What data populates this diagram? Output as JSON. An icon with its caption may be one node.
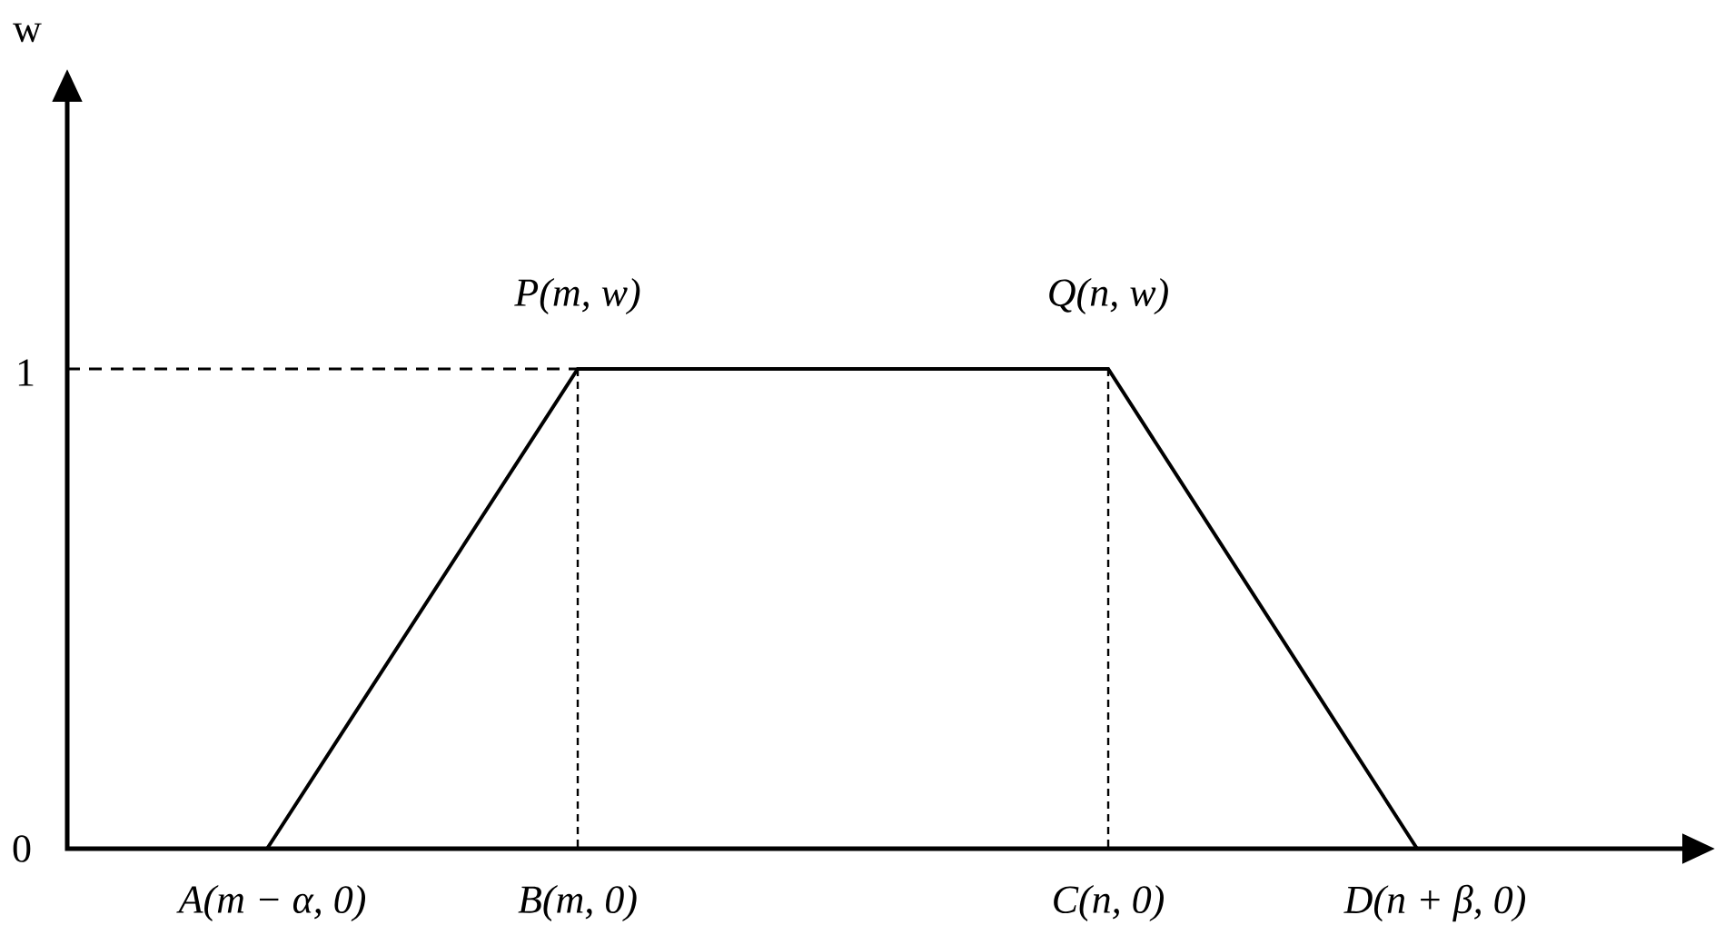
{
  "diagram": {
    "labels": [
      "w",
      "1",
      "0",
      "P(m, w)",
      "Q(n, w)",
      "A(m − α, 0)",
      "B(m, 0)",
      "C(n, 0)",
      "D(n + β, 0)"
    ]
  }
}
